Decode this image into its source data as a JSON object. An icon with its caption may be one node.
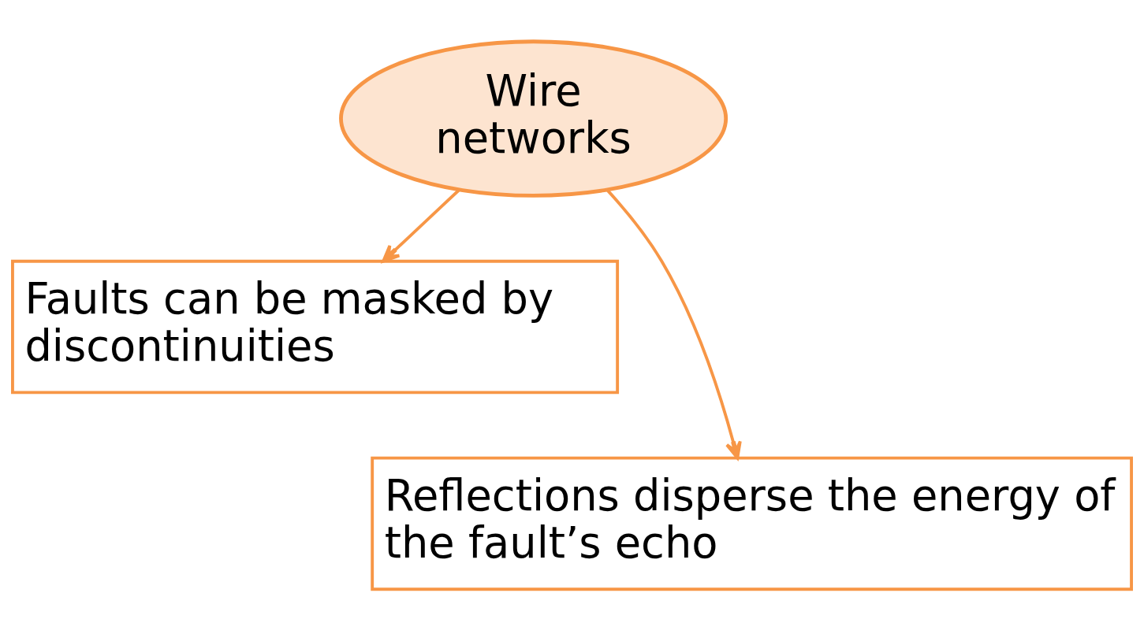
{
  "diagram": {
    "nodes": [
      {
        "text": [
          "Wire networks"
        ]
      },
      {
        "text": [
          "Faults can be masked by discontinuities"
        ]
      },
      {
        "text": [
          "Reflections disperse the energy of the fault’s echo"
        ]
      }
    ],
    "edges": [
      {
        "from": 0,
        "to": 1,
        "arrow": "to"
      },
      {
        "from": 0,
        "to": 2,
        "arrow": "to"
      }
    ]
  }
}
